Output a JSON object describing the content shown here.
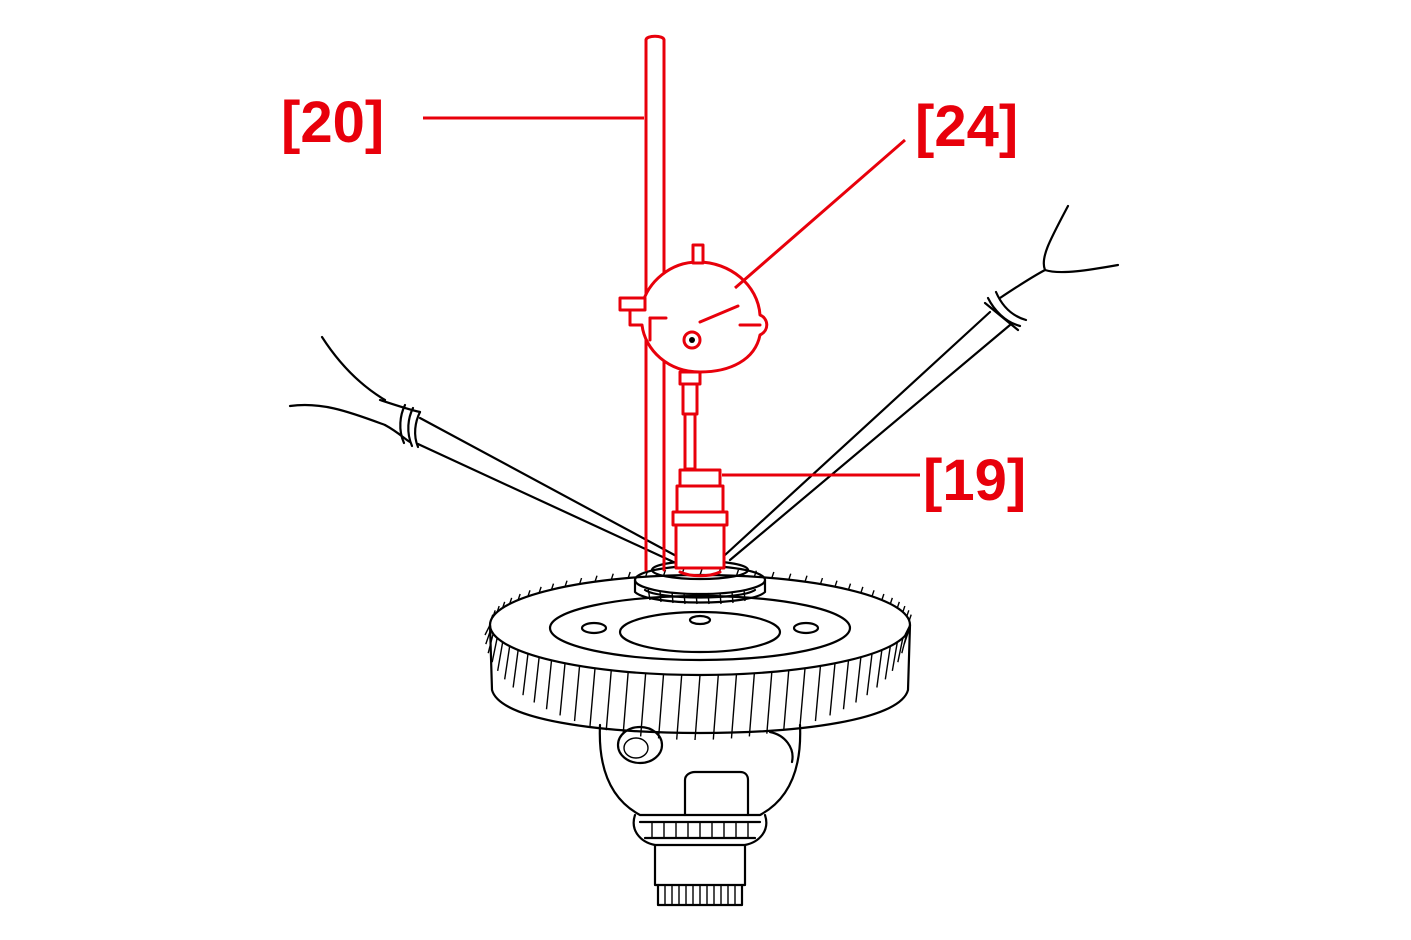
{
  "colors": {
    "highlight": "#e8000b",
    "line": "#000000",
    "background": "#ffffff"
  },
  "callouts": [
    {
      "id": "20",
      "text": "[20]"
    },
    {
      "id": "24",
      "text": "[24]"
    },
    {
      "id": "19",
      "text": "[19]"
    }
  ]
}
